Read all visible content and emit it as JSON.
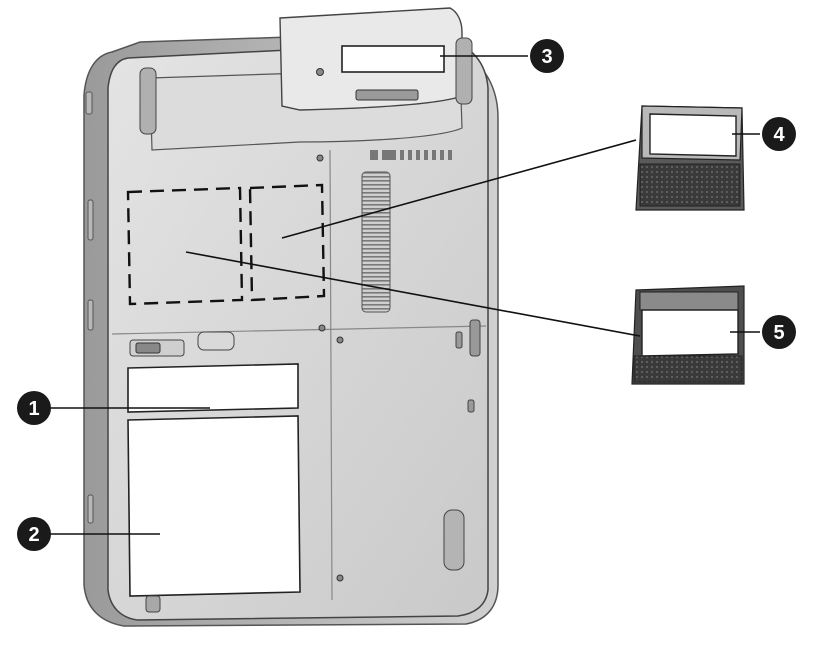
{
  "figure": {
    "subject": "tablet-pc-bottom-view",
    "callouts": [
      {
        "id": "1",
        "label": "1"
      },
      {
        "id": "2",
        "label": "2"
      },
      {
        "id": "3",
        "label": "3"
      },
      {
        "id": "4",
        "label": "4"
      },
      {
        "id": "5",
        "label": "5"
      }
    ],
    "colors": {
      "line": "#111111",
      "device_body": "#d6d6d6",
      "device_edge": "#8c8c8c",
      "label_fill": "#ffffff",
      "callout_fill": "#1a1a1a"
    }
  }
}
